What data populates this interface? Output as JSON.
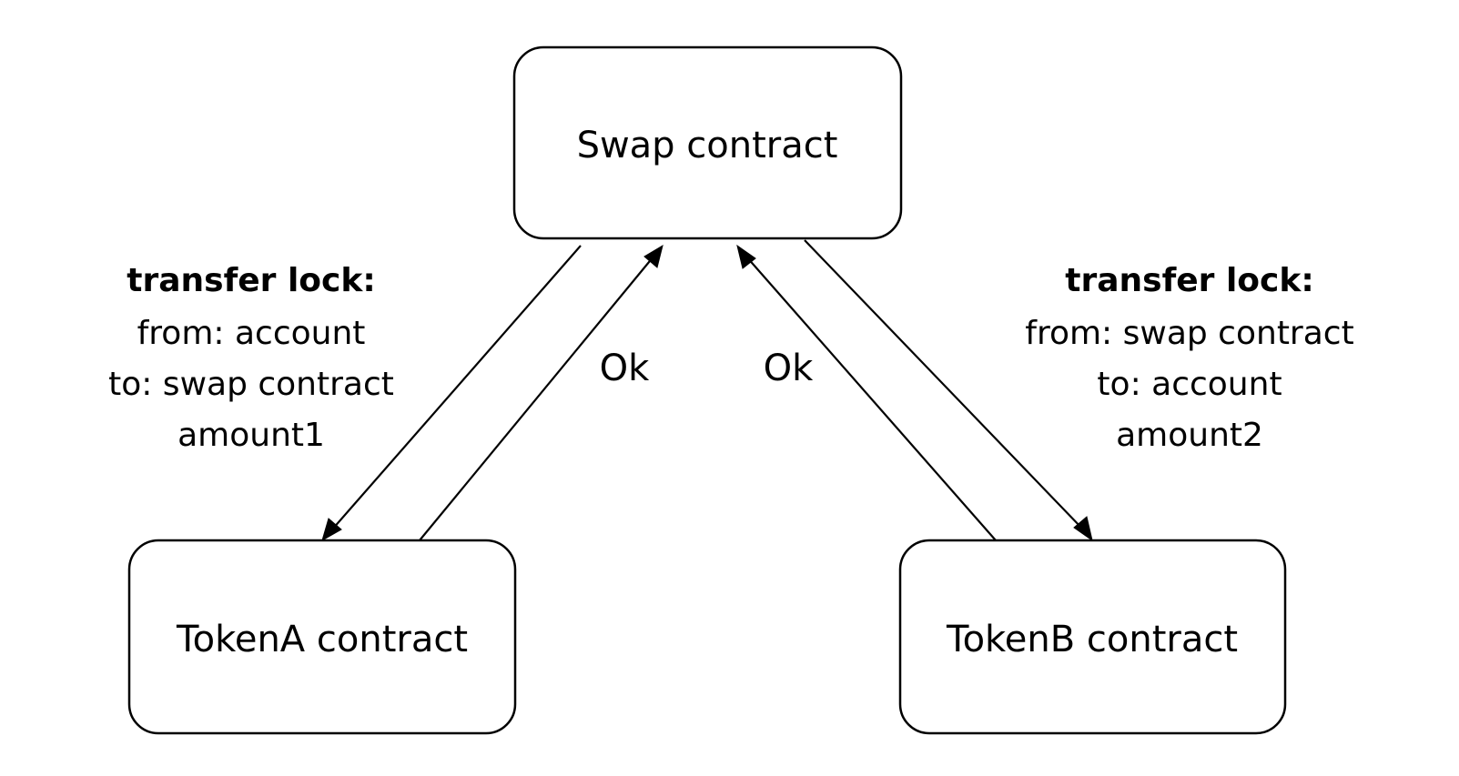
{
  "nodes": {
    "swap": {
      "label": "Swap contract"
    },
    "token_a": {
      "label": "TokenA contract"
    },
    "token_b": {
      "label": "TokenB contract"
    }
  },
  "left_note": {
    "title": "transfer lock:",
    "from": "from: account",
    "to": "to: swap contract",
    "amount": "amount1"
  },
  "right_note": {
    "title": "transfer lock:",
    "from": "from: swap contract",
    "to": "to: account",
    "amount": "amount2"
  },
  "left_ok": "Ok",
  "right_ok": "Ok",
  "colors": {
    "stroke": "#000000",
    "background": "#ffffff"
  }
}
